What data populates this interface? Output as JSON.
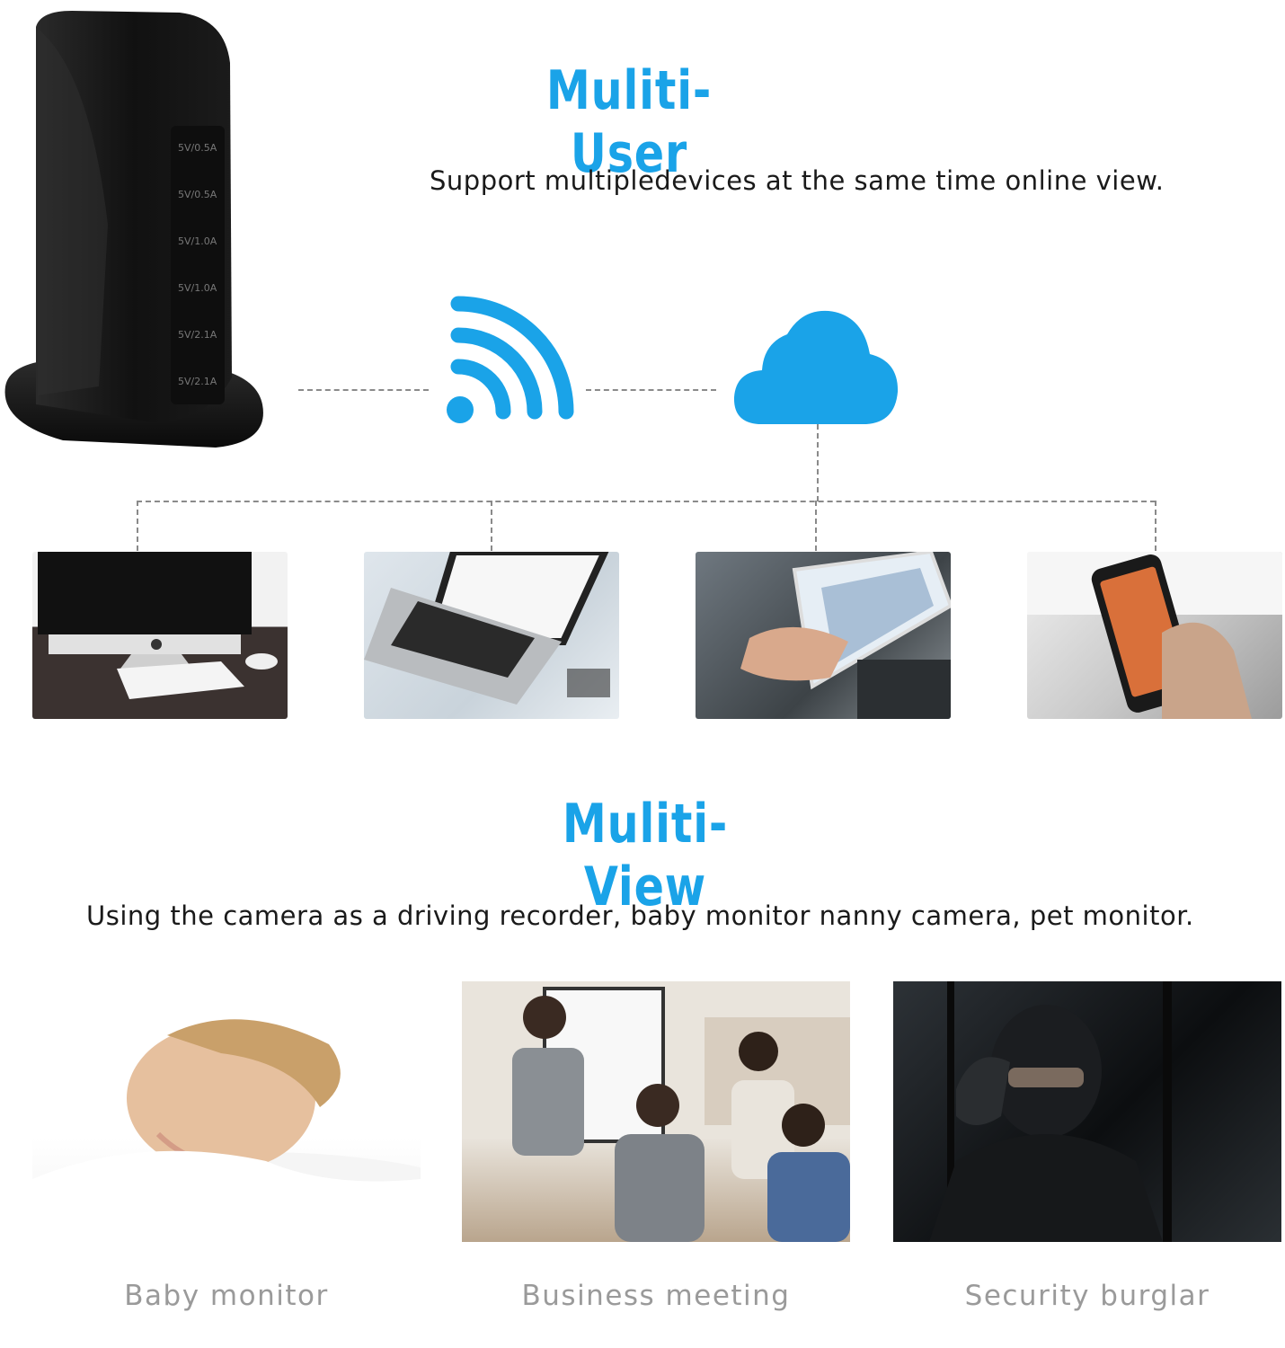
{
  "multi_user": {
    "title": "Muliti-User",
    "subtitle": "Support multipledevices at the same time online view."
  },
  "charger": {
    "ports": [
      "5V/0.5A",
      "5V/0.5A",
      "5V/1.0A",
      "5V/1.0A",
      "5V/2.1A",
      "5V/2.1A"
    ]
  },
  "colors": {
    "accent": "#1aa3e8",
    "dash": "#8a8a8a",
    "caption": "#9a9a9a"
  },
  "icons": [
    "wifi-icon",
    "cloud-icon"
  ],
  "multi_view": {
    "title": "Muliti-View",
    "subtitle": "Using the camera as a driving recorder, baby monitor nanny camera, pet monitor.",
    "captions": [
      "Baby monitor",
      "Business meeting",
      "Security burglar"
    ]
  }
}
